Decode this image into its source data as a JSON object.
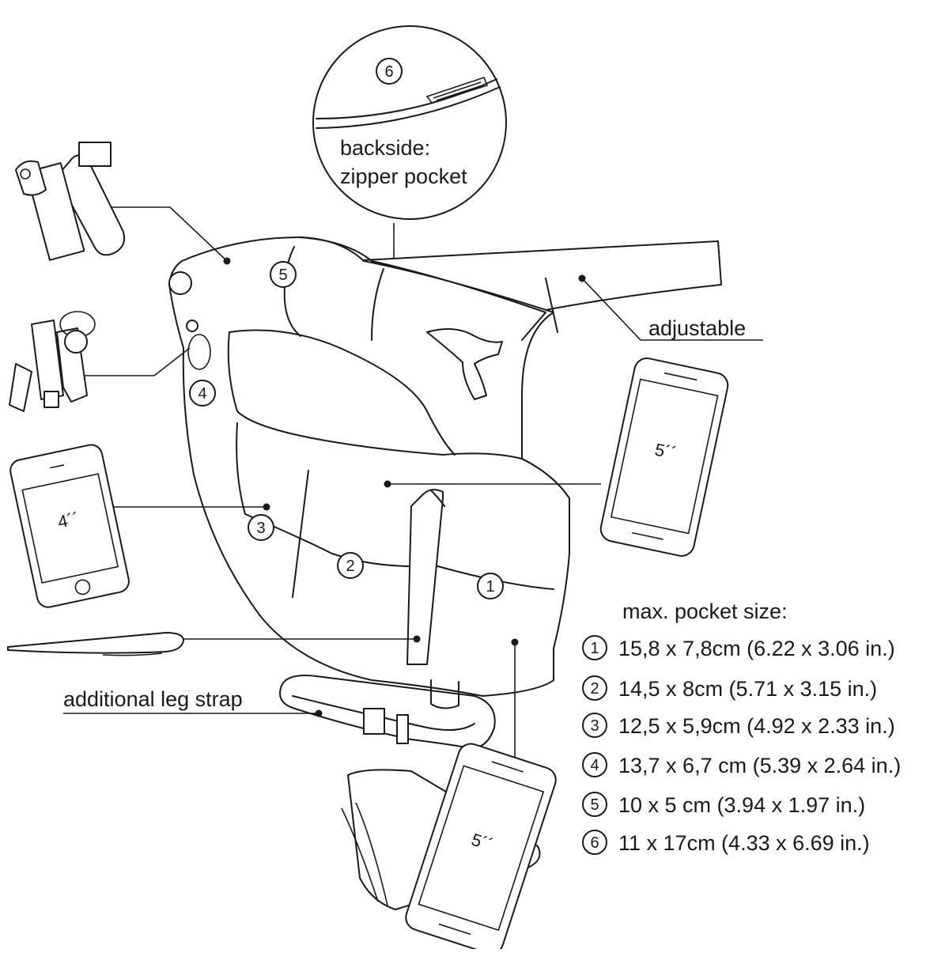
{
  "diagram": {
    "zoom_circle": {
      "number": "6",
      "line1": "backside:",
      "line2": "zipper pocket"
    },
    "labels": {
      "adjustable": "adjustable",
      "leg_strap": "additional leg strap"
    },
    "pocket_markers": [
      "1",
      "2",
      "3",
      "4",
      "5"
    ],
    "screens": {
      "phone_small": "4´´",
      "phone_right": "5´´",
      "phone_bottom": "5´´"
    },
    "legend": {
      "title": "max. pocket size:",
      "items": [
        {
          "num": "1",
          "text": "15,8 x 7,8cm (6.22 x 3.06 in.)"
        },
        {
          "num": "2",
          "text": "14,5 x 8cm (5.71 x 3.15 in.)"
        },
        {
          "num": "3",
          "text": "12,5 x 5,9cm (4.92 x 2.33 in.)"
        },
        {
          "num": "4",
          "text": "13,7 x 6,7 cm (5.39 x 2.64 in.)"
        },
        {
          "num": "5",
          "text": "10 x 5 cm (3.94 x 1.97 in.)"
        },
        {
          "num": "6",
          "text": "11 x 17cm (4.33 x 6.69 in.)"
        }
      ]
    }
  }
}
